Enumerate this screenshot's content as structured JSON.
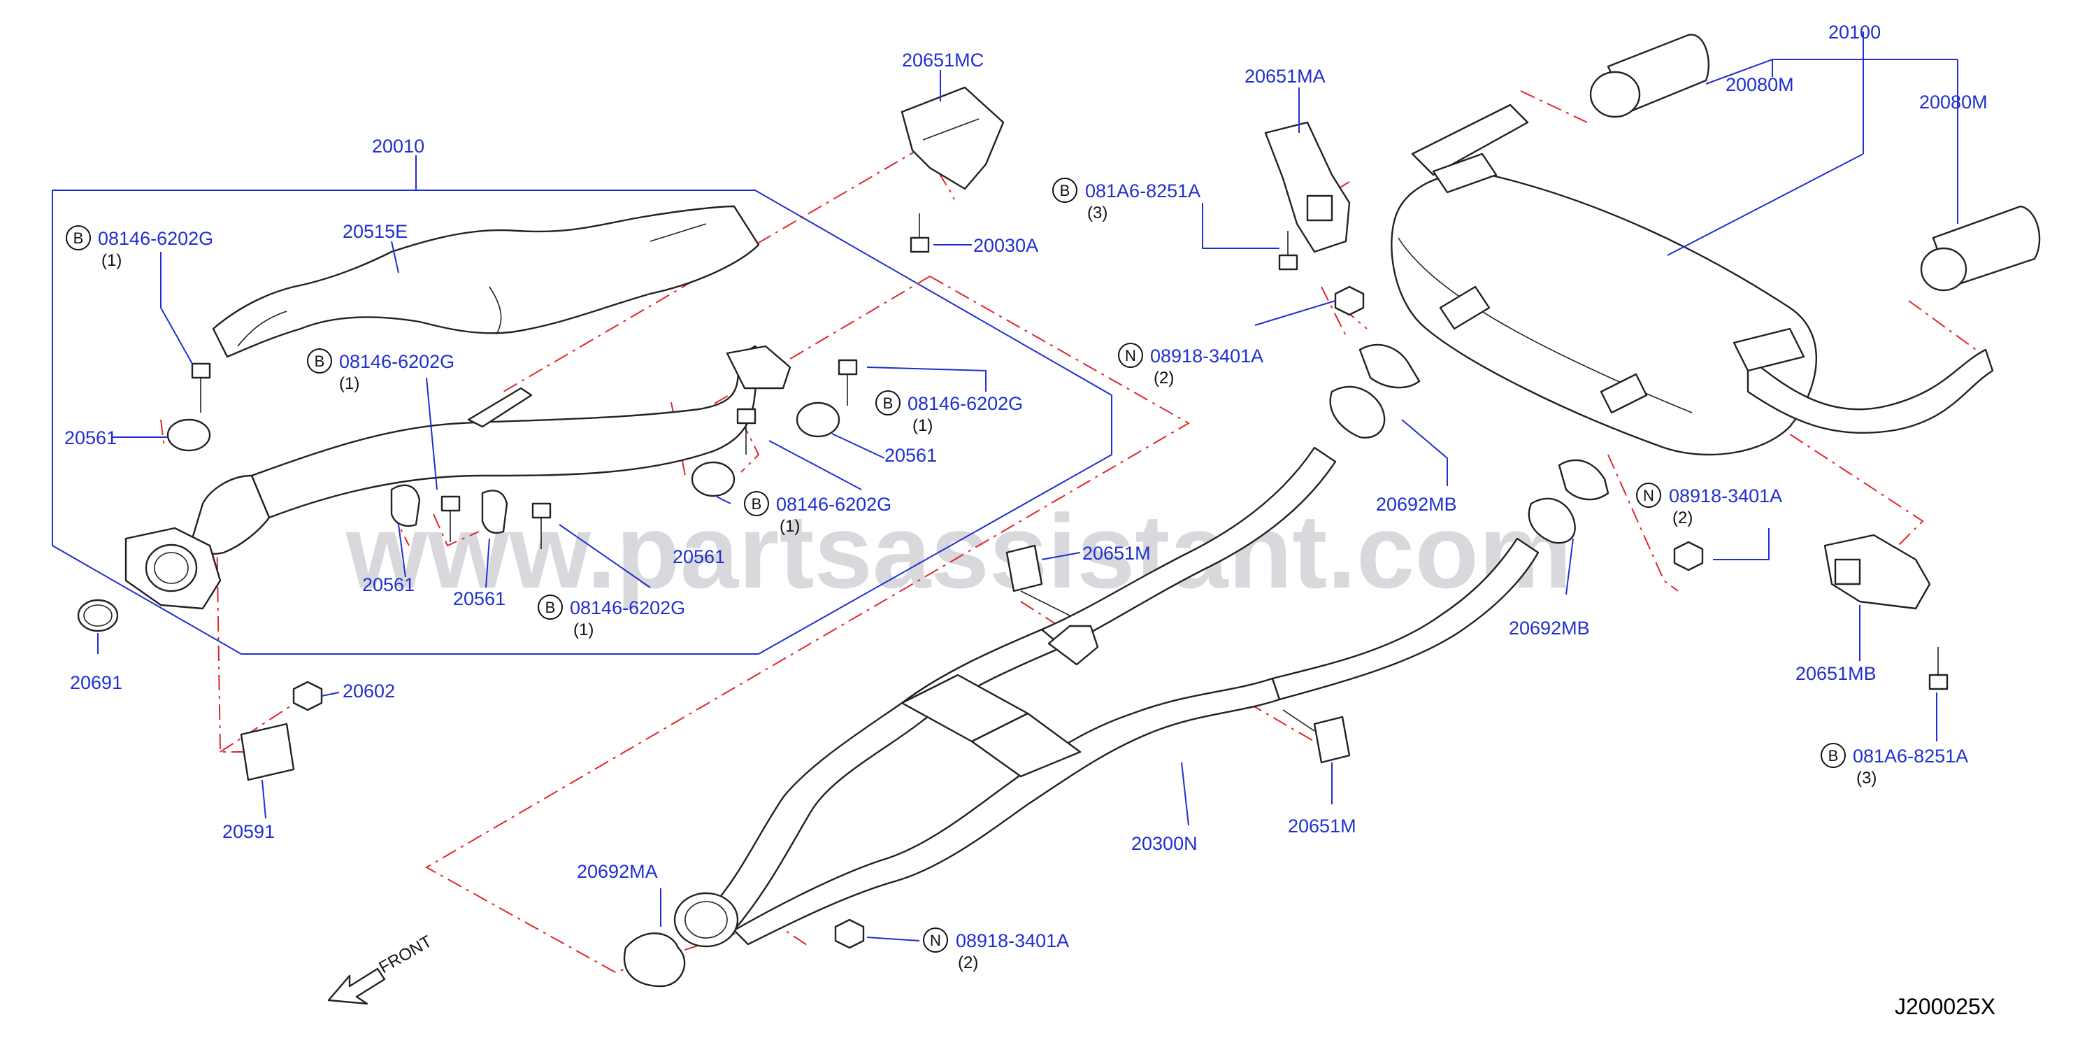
{
  "watermark": "www.partsassistant.com",
  "diagram_code": "J200025X",
  "front_label": "FRONT",
  "callouts": {
    "p20010": "20010",
    "p20515E": "20515E",
    "p20651MC": "20651MC",
    "p20030A": "20030A",
    "p20651MA": "20651MA",
    "p20100": "20100",
    "p20080M_a": "20080M",
    "p20080M_b": "20080M",
    "p20561_a": "20561",
    "p20561_b": "20561",
    "p20561_c": "20561",
    "p20561_d": "20561",
    "p20561_e": "20561",
    "p20691": "20691",
    "p20602": "20602",
    "p20591": "20591",
    "p20692MB_a": "20692MB",
    "p20692MB_b": "20692MB",
    "p20651M_a": "20651M",
    "p20651M_b": "20651M",
    "p20300N": "20300N",
    "p20692MA": "20692MA",
    "p20651MB": "20651MB"
  },
  "fasteners": {
    "f1": {
      "prefix": "B",
      "code": "08146-6202G",
      "qty": "(1)"
    },
    "f2": {
      "prefix": "B",
      "code": "08146-6202G",
      "qty": "(1)"
    },
    "f3": {
      "prefix": "B",
      "code": "08146-6202G",
      "qty": "(1)"
    },
    "f4": {
      "prefix": "B",
      "code": "08146-6202G",
      "qty": "(1)"
    },
    "f5": {
      "prefix": "B",
      "code": "08146-6202G",
      "qty": "(1)"
    },
    "f6": {
      "prefix": "B",
      "code": "081A6-8251A",
      "qty": "(3)"
    },
    "f7": {
      "prefix": "N",
      "code": "08918-3401A",
      "qty": "(2)"
    },
    "f8": {
      "prefix": "N",
      "code": "08918-3401A",
      "qty": "(2)"
    },
    "f9": {
      "prefix": "N",
      "code": "08918-3401A",
      "qty": "(2)"
    },
    "f10": {
      "prefix": "B",
      "code": "081A6-8251A",
      "qty": "(3)"
    }
  },
  "colors": {
    "callout_text": "#1f2fd1",
    "leader_line": "#1f2fd1",
    "dashed_guide": "#e0262a",
    "part_outline": "#222222",
    "watermark": "#d9d9dd"
  }
}
